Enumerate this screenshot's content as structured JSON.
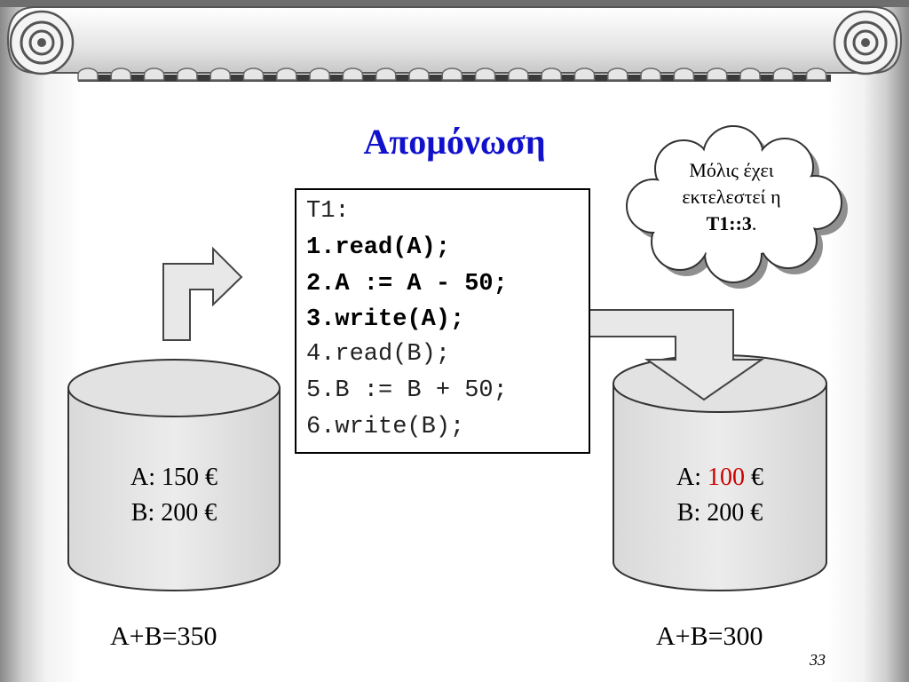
{
  "slide": {
    "title": "Απομόνωση",
    "page_number": "33"
  },
  "code": {
    "header": "T1:",
    "step1": "1.read(A);",
    "step2": "2.A := A - 50;",
    "step3": "3.write(A);",
    "step4": "4.read(B);",
    "step5": "5.B := B + 50;",
    "step6": "6.write(B);"
  },
  "db_left": {
    "a_label": "A: ",
    "a_value": "150",
    "a_unit": " €",
    "b_label": "B: ",
    "b_value": "200",
    "b_unit": " €",
    "sum": "A+B=350"
  },
  "db_right": {
    "a_label": "A: ",
    "a_value": "100",
    "a_unit": " €",
    "b_label": "B: ",
    "b_value": "200",
    "b_unit": " €",
    "sum": "A+B=300"
  },
  "callout": {
    "line1": "Μόλις έχει",
    "line2": "εκτελεστεί η",
    "line3_bold": "T1::3",
    "line3_end": "."
  },
  "colors": {
    "title": "#1111cc",
    "changed_value": "#cc0000"
  }
}
